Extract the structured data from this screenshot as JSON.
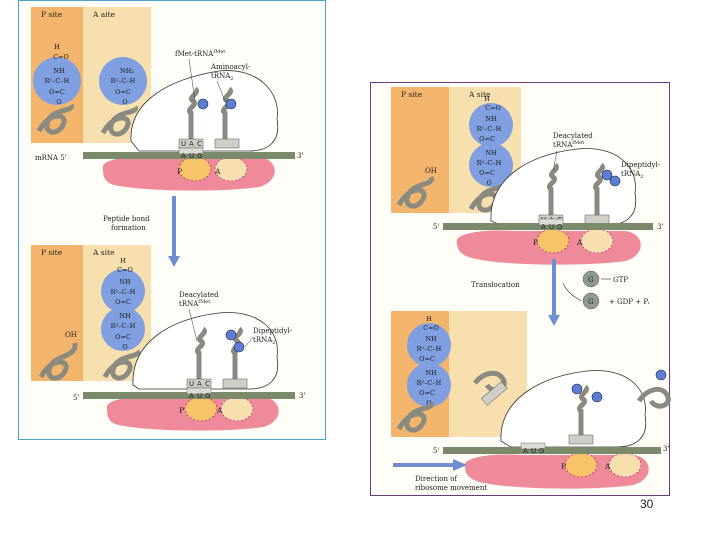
{
  "colors": {
    "p_site": "#f2b56b",
    "a_site": "#f8dfae",
    "amino_acid": "#7f9fe0",
    "ribosome_small": "#ef8a9b",
    "ribosome_large": "#ffffff",
    "mrna": "#7c8a6c",
    "trna": "#8a8a80",
    "arrow": "#6f8fd0",
    "gtp": "#8e9a8a",
    "left_border": "#4aa3c9",
    "right_border": "#6a3a7a"
  },
  "common": {
    "p_site": "P site",
    "a_site": "A site",
    "p": "P",
    "a": "A",
    "five_prime": "5'",
    "three_prime": "3'"
  },
  "left": {
    "top": {
      "a_site": "A aite",
      "met_label": "fMet-tRNA",
      "met_sup": "fMet",
      "aminoacyl_line1": "Aminoacyl-",
      "aminoacyl_line2": "tRNA",
      "aminoacyl_sub": "2",
      "mrna_label": "mRNA 5'",
      "anticodon": [
        "U",
        "A",
        "C"
      ],
      "codon": [
        "A",
        "U",
        "G"
      ],
      "p_chem": [
        "H",
        "C=O",
        "NH",
        "R¹–C–H",
        "O=C",
        "O"
      ],
      "a_chem": [
        "NH₂",
        "R²–C–H",
        "O=C",
        "O"
      ]
    },
    "arrow_label_line1": "Peptide bond",
    "arrow_label_line2": "formation",
    "bottom": {
      "a_site": "A site",
      "oh": "OH",
      "deacylated_line1": "Deacylated",
      "deacylated_line2": "tRNA",
      "deacylated_sup": "fMet",
      "dipeptidyl_line1": "Dipeptidyl-",
      "dipeptidyl_line2": "tRNA",
      "dipeptidyl_sub": "2",
      "anticodon": [
        "U",
        "A",
        "C"
      ],
      "codon": [
        "A",
        "U",
        "G"
      ],
      "chem": [
        "H",
        "C=O",
        "NH",
        "R¹–C–H",
        "O=C",
        "NH",
        "R²–C–H",
        "O=C",
        "O"
      ]
    }
  },
  "right": {
    "top": {
      "oh": "OH",
      "deacylated_line1": "Deacylated",
      "deacylated_line2": "tRNA",
      "deacylated_sup": "fMet",
      "dipeptidyl_line1": "Dipeptidyl-",
      "dipeptidyl_line2": "tRNA",
      "dipeptidyl_sub": "2",
      "anticodon": [
        "U",
        "A",
        "C"
      ],
      "codon": [
        "A",
        "U",
        "G"
      ],
      "chem": [
        "H",
        "C=O",
        "NH",
        "R¹–C–H",
        "O=C",
        "NH",
        "R²–C–H",
        "O=C",
        "O"
      ]
    },
    "translocation": "Translocation",
    "g": "G",
    "gtp": "GTP",
    "gdp": "+ GDP + Pᵢ",
    "bottom": {
      "codon": [
        "A",
        "U",
        "G"
      ],
      "chem": [
        "H",
        "C=O",
        "NH",
        "R¹–C–H",
        "O=C",
        "NH",
        "R²–C–H",
        "O=C",
        "O"
      ],
      "direction_line1": "Direction of",
      "direction_line2": "ribosome movement"
    }
  },
  "page_number": "30"
}
